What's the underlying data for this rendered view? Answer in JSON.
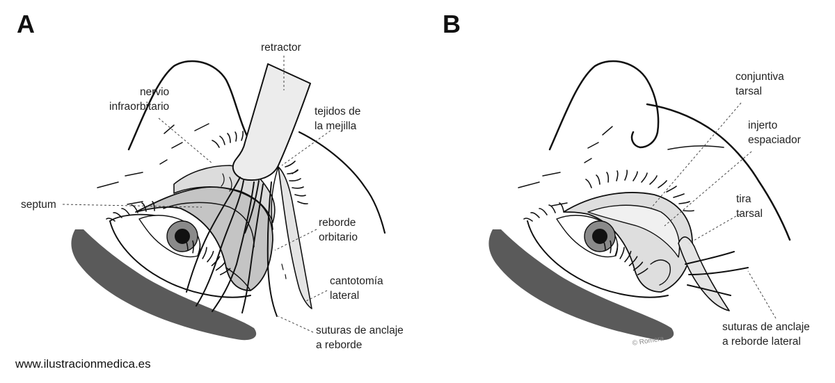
{
  "panels": {
    "a": "A",
    "b": "B"
  },
  "labels_a": {
    "retractor": "retractor",
    "nervio": [
      "nervio",
      "infraorbitario"
    ],
    "tejidos": [
      "tejidos de",
      "la mejilla"
    ],
    "septum": "septum",
    "reborde": [
      "reborde",
      "orbitario"
    ],
    "cantotomia": [
      "cantotomía",
      "lateral"
    ],
    "suturas": [
      "suturas de anclaje",
      "a reborde"
    ]
  },
  "labels_b": {
    "conjuntiva": [
      "conjuntiva",
      "tarsal"
    ],
    "injerto": [
      "injerto",
      "espaciador"
    ],
    "tira": [
      "tira",
      "tarsal"
    ],
    "suturas": [
      "suturas de anclaje",
      "a reborde lateral"
    ]
  },
  "website": "www.ilustracionmedica.es",
  "signature": "© Romera",
  "colors": {
    "line": "#111111",
    "cheek_shadow": "#5a5a5a",
    "fill_light": "#ececec",
    "fill_mid": "#c4c4c4",
    "iris": "#8a8a8a"
  }
}
